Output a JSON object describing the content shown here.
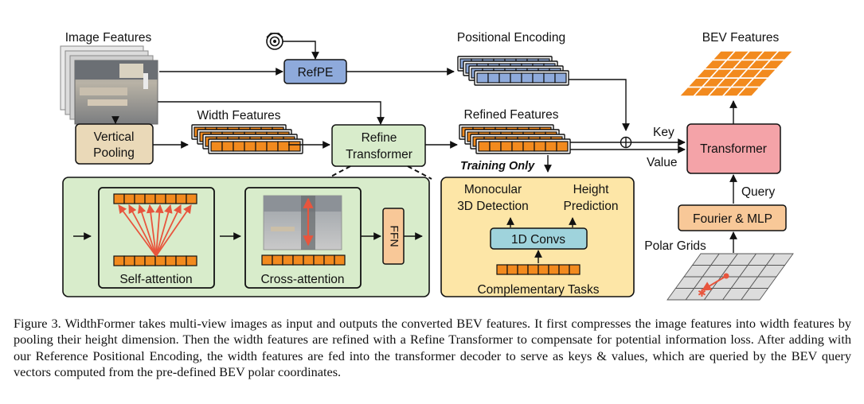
{
  "labels": {
    "image_features": "Image Features",
    "positional_encoding": "Positional Encoding",
    "bev_features": "BEV Features",
    "refpe": "RefPE",
    "vertical_pooling_1": "Vertical",
    "vertical_pooling_2": "Pooling",
    "width_features": "Width Features",
    "refine_transformer_1": "Refine",
    "refine_transformer_2": "Transformer",
    "refined_features": "Refined Features",
    "training_only": "Training Only",
    "key": "Key",
    "value": "Value",
    "query": "Query",
    "transformer": "Transformer",
    "fourier_mlp": "Fourier & MLP",
    "polar_grids": "Polar Grids",
    "self_attention": "Self-attention",
    "cross_attention": "Cross-attention",
    "ffn": "FFN",
    "monocular_1": "Monocular",
    "monocular_2": "3D Detection",
    "height_1": "Height",
    "height_2": "Prediction",
    "conv1d": "1D Convs",
    "complementary_tasks": "Complementary Tasks",
    "plus": "+"
  },
  "caption": "Figure 3. WidthFormer takes multi-view images as input and outputs the converted BEV features. It first compresses the image features into width features by pooling their height dimension. Then the width features are refined with a Refine Transformer to compensate for potential information loss. After adding with our Reference Positional Encoding, the width features are fed into the transformer decoder to serve as keys & values, which are queried by the BEV query vectors computed from the pre-defined BEV polar coordinates.",
  "colors": {
    "feature_cell": "#f28a1e",
    "pe_cell": "#8eaadb",
    "refpe_box": "#8eaadb",
    "pooling_box": "#ead9b8",
    "refine_box": "#d8eccb",
    "transformer_box": "#f4a3a8",
    "fourier_box": "#f8c898",
    "conv_box": "#9fd3dc",
    "tasks_panel": "#fde6a7",
    "bev_grid": "#f28a1e",
    "arrow_red": "#e8553d"
  },
  "icons": {
    "camera": "camera-icon"
  }
}
